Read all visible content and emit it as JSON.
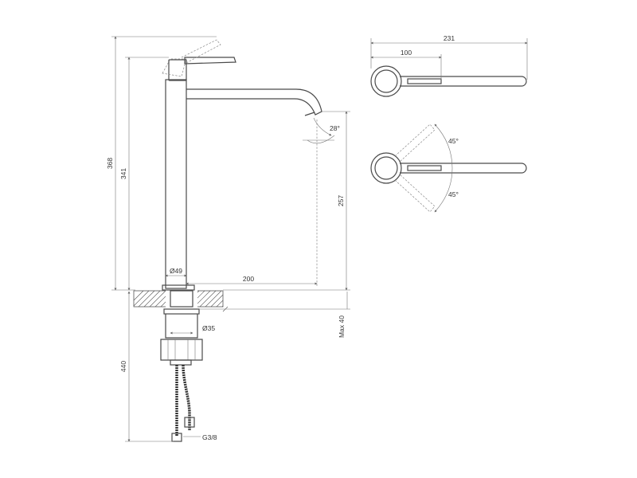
{
  "dimensions": {
    "total_height": "368",
    "body_height": "341",
    "spout_height": "257",
    "spout_reach": "200",
    "base_diameter": "Ø49",
    "shank_diameter": "Ø35",
    "hose_length": "440",
    "max_counter_thickness": "Max 40",
    "connection_thread": "G3/8",
    "spout_angle": "28°",
    "top_view_length": "231",
    "top_view_lever": "100",
    "lever_angle_up": "45°",
    "lever_angle_down": "45°"
  }
}
